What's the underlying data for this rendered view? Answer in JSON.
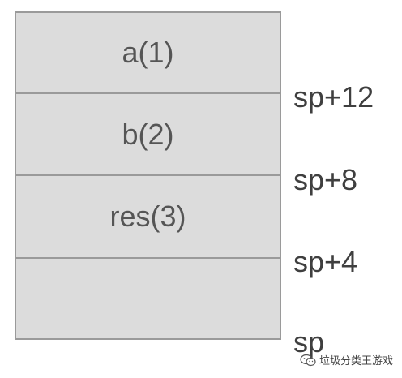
{
  "stack": {
    "slots": [
      {
        "label": "a(1)"
      },
      {
        "label": "b(2)"
      },
      {
        "label": "res(3)"
      },
      {
        "label": ""
      }
    ]
  },
  "addresses": [
    "sp+12",
    "sp+8",
    "sp+4",
    "sp"
  ],
  "watermark": {
    "text": "垃圾分类王游戏",
    "icon": "wechat-icon"
  },
  "colors": {
    "cell_fill": "#dcdcdc",
    "cell_border": "#9a9a9a",
    "cell_text": "#555555",
    "address_text": "#3f3f3f"
  }
}
